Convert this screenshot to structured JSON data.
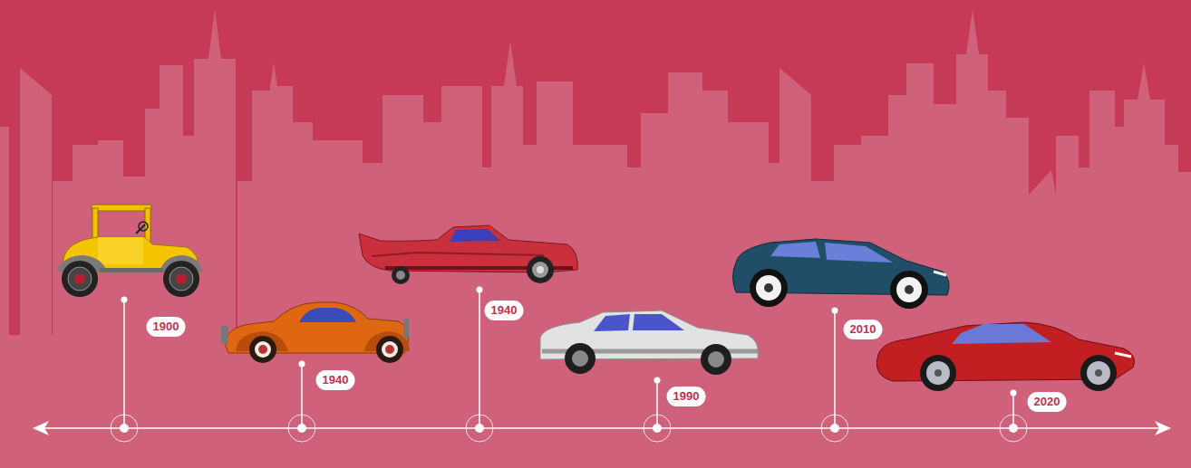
{
  "diagram": {
    "nodes": [
      {
        "text": [
          "1900"
        ]
      },
      {
        "text": [
          "1940"
        ]
      },
      {
        "text": [
          "1940"
        ]
      },
      {
        "text": [
          "1990"
        ]
      },
      {
        "text": [
          "2010"
        ]
      },
      {
        "text": [
          "2020"
        ]
      }
    ]
  }
}
